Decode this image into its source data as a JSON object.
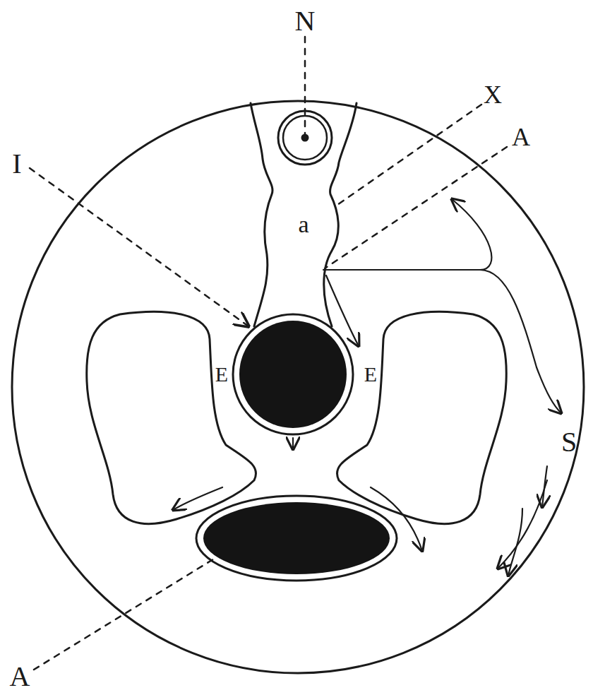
{
  "diagram": {
    "labels": [
      "N",
      "I",
      "X",
      "A",
      "a",
      "E",
      "E",
      "S",
      "A"
    ]
  }
}
